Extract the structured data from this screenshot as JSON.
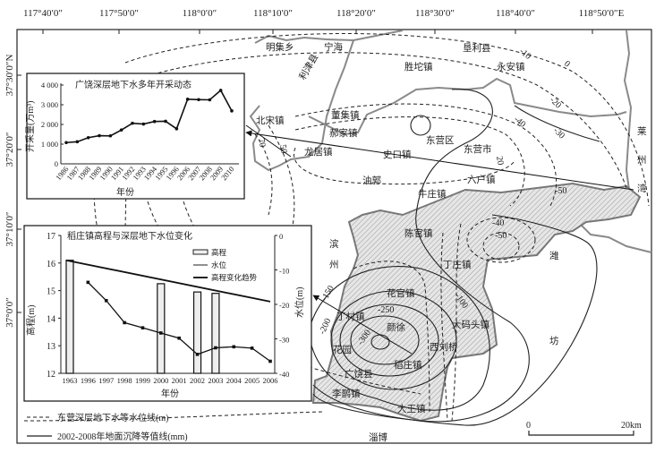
{
  "map": {
    "lon_ticks": [
      "117°40′0″",
      "117°50′0″",
      "118°0′0″",
      "118°10′0″",
      "118°20′0″",
      "118°30′0″",
      "118°40′0″",
      "118°50′0″E"
    ],
    "lat_ticks": [
      "37°30′0″N",
      "37°20′0″",
      "37°10′0″",
      "37°0′0″"
    ],
    "towns": {
      "mingji": "明集乡",
      "ninghai": "宁海",
      "lijin": "利津县",
      "kenli": "垦利县",
      "shengtuo": "胜坨镇",
      "yongan": "永安镇",
      "dongji": "董集镇",
      "haojia": "郝家镇",
      "beisong": "北宋镇",
      "dongying_qu": "东营区",
      "dongying_shi": "东营市",
      "longju": "龙居镇",
      "shikou": "史口镇",
      "youguo": "油郭",
      "liuhu": "六户镇",
      "niuzhuang": "牛庄镇",
      "chenguan": "陈官镇",
      "dingzhuang": "丁庄镇",
      "huaguan": "花官镇",
      "damatou": "大码头镇",
      "dingcun": "丁村镇",
      "yanxu": "颜徐",
      "xiliuqiao": "西刘桥",
      "daozhuang": "稻庄镇",
      "huayuan": "花园",
      "guangrao": "广饶县",
      "lique": "李鹊镇",
      "dawang": "大王镇",
      "zibo": "淄博",
      "lai": "莱",
      "zhou1": "州",
      "wan": "湾",
      "bin": "滨",
      "zhou2": "州",
      "wei": "潍",
      "fang": "坊"
    },
    "contour_labels": {
      "m10": "-10",
      "z0": "0",
      "m20": "-20",
      "m30": "-30",
      "m40a": "-40",
      "n20": "20",
      "m50a": "-50",
      "l70": "70",
      "l50": "50",
      "m40b": "-40",
      "m50b": "-50",
      "m100": "-100",
      "m150": "-150",
      "m200": "-200",
      "m250": "-250",
      "m300": "-300"
    },
    "scale": {
      "start": "0",
      "end": "20km"
    },
    "legend": {
      "dashed": "东营深层地下水等水位线(m)",
      "solid": "2002-2008年地面沉降等值线(mm)"
    }
  },
  "chart_data": [
    {
      "type": "line",
      "title": "广饶深层地下水多年开采动态",
      "xlabel": "年份",
      "ylabel": "开采量(万m³)",
      "categories": [
        "1986",
        "1987",
        "1988",
        "1989",
        "1990",
        "1991",
        "1992",
        "1993",
        "1994",
        "1995",
        "1996",
        "2006",
        "2007",
        "2008",
        "2009",
        "2010"
      ],
      "values": [
        1080,
        1120,
        1330,
        1430,
        1420,
        1720,
        2060,
        2020,
        2150,
        2160,
        1780,
        3280,
        3260,
        3250,
        3730,
        2690
      ],
      "ylim": [
        0,
        4000
      ],
      "yticks": [
        "0",
        "1 000",
        "2 000",
        "3 000",
        "4 000"
      ]
    },
    {
      "type": "bar+line",
      "title": "稻庄镇高程与深层地下水位变化",
      "xlabel": "年份",
      "ylabel_left": "高程(m)",
      "ylabel_right": "水位(m)",
      "categories": [
        "1963",
        "1996",
        "1997",
        "1998",
        "1999",
        "2000",
        "2001",
        "2002",
        "2003",
        "2004",
        "2005",
        "2006"
      ],
      "ylim_left": [
        12,
        17
      ],
      "ylim_right": [
        -40,
        0
      ],
      "yticks_left": [
        "12",
        "13",
        "14",
        "15",
        "16",
        "17"
      ],
      "yticks_right": [
        "-40",
        "-30",
        "-20",
        "-10",
        "0"
      ],
      "legend": [
        "高程",
        "水位",
        "高程变化趋势"
      ],
      "elevation_bars": [
        {
          "year": "1963",
          "value": 16.1
        },
        {
          "year": "2000",
          "value": 15.25
        },
        {
          "year": "2002",
          "value": 14.95
        },
        {
          "year": "2003",
          "value": 14.9
        }
      ],
      "water_level": [
        {
          "year": "1996",
          "value": -13.6
        },
        {
          "year": "1997",
          "value": -18.9
        },
        {
          "year": "1998",
          "value": -25.3
        },
        {
          "year": "1999",
          "value": -26.8
        },
        {
          "year": "2000",
          "value": -28.3
        },
        {
          "year": "2001",
          "value": -29.8
        },
        {
          "year": "2002",
          "value": -34.5
        },
        {
          "year": "2003",
          "value": -32.6
        },
        {
          "year": "2004",
          "value": -32.3
        },
        {
          "year": "2005",
          "value": -32.7
        },
        {
          "year": "2006",
          "value": -36.5
        }
      ],
      "elevation_trend": {
        "start": 16.1,
        "end": 14.6
      }
    }
  ]
}
